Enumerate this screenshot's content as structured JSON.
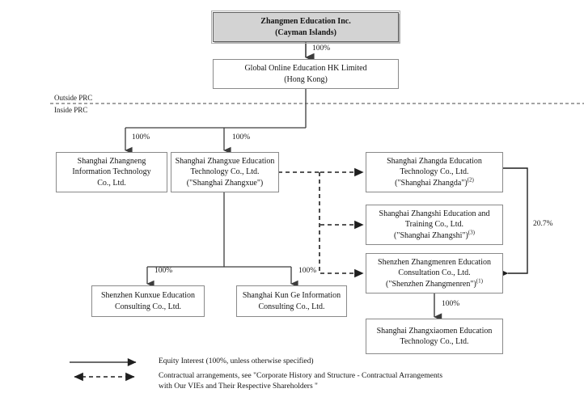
{
  "diagram": {
    "title_box": {
      "line1": "Zhangmen Education Inc.",
      "line2": "(Cayman Islands)"
    },
    "nodes": [
      {
        "id": "zhangmen-education-inc",
        "lines": [
          "Zhangmen Education Inc.",
          "(Cayman Islands)"
        ],
        "superscript": ""
      },
      {
        "id": "global-online-education-hk",
        "lines": [
          "Global Online Education HK Limited",
          "(Hong Kong)"
        ],
        "superscript": ""
      },
      {
        "id": "shanghai-zhangneng",
        "lines": [
          "Shanghai Zhangneng",
          "Information Technology",
          "Co., Ltd."
        ],
        "superscript": ""
      },
      {
        "id": "shanghai-zhangxue",
        "lines": [
          "Shanghai Zhangxue Education",
          "Technology Co., Ltd.",
          "(\"Shanghai Zhangxue\")"
        ],
        "superscript": ""
      },
      {
        "id": "shanghai-zhangda",
        "lines": [
          "Shanghai Zhangda Education",
          "Technology Co., Ltd.",
          "(\"Shanghai Zhangda\")"
        ],
        "superscript": "(2)"
      },
      {
        "id": "shanghai-zhangshi",
        "lines": [
          "Shanghai Zhangshi Education and",
          "Training Co., Ltd.",
          "(\"Shanghai Zhangshi\")"
        ],
        "superscript": "(3)"
      },
      {
        "id": "shenzhen-zhangmenren",
        "lines": [
          "Shenzhen Zhangmenren Education",
          "Consultation Co., Ltd.",
          "(\"Shenzhen Zhangmenren\")"
        ],
        "superscript": "(1)"
      },
      {
        "id": "shenzhen-kunxue",
        "lines": [
          "Shenzhen Kunxue Education",
          "Consulting Co., Ltd."
        ],
        "superscript": ""
      },
      {
        "id": "shanghai-kun-ge",
        "lines": [
          "Shanghai Kun Ge Information",
          "Consulting Co., Ltd."
        ],
        "superscript": ""
      },
      {
        "id": "shanghai-zhangxiaomen",
        "lines": [
          "Shanghai Zhangxiaomen Education",
          "Technology Co., Ltd."
        ],
        "superscript": ""
      }
    ],
    "edge_labels": {
      "root_to_hk": "100%",
      "hk_to_zhangneng": "100%",
      "hk_to_zhangxue": "100%",
      "zhangxue_to_kunxue": "100%",
      "zhangxue_to_kunge": "100%",
      "zhangmenren_to_zhangxiaomen": "100%",
      "zhangda_to_zhangmenren": "20.7%"
    },
    "prc_divider": {
      "outside": "Outside PRC",
      "inside": "Inside PRC"
    },
    "legend": {
      "solid": "Equity Interest (100%, unless otherwise specified)",
      "dashed_line1": "Contractual arrangements, see \"Corporate History and Structure - Contractual Arrangements",
      "dashed_line2": "with Our VIEs and Their Respective Shareholders \""
    },
    "colors": {
      "root_fill": "#d3d3d3",
      "box_border": "#8a8a8a",
      "line": "#3c3c3c",
      "text": "#141414"
    }
  }
}
